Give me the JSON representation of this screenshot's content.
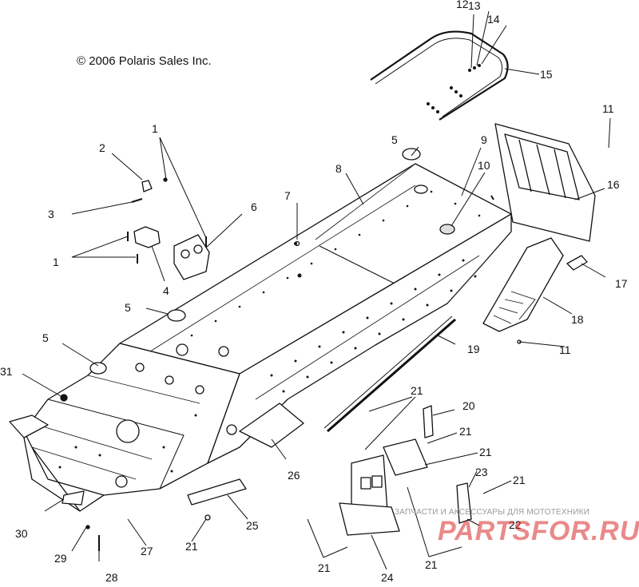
{
  "copyright": "© 2006 Polaris Sales Inc.",
  "watermark": {
    "caption": "ЗАПЧАСТИ И АКСЕССУАРЫ ДЛЯ МОТОТЕХНИКИ",
    "logo": "PARTSFOR.RU"
  },
  "callouts": [
    {
      "id": "c12",
      "text": "12"
    },
    {
      "id": "c13",
      "text": "13"
    },
    {
      "id": "c14",
      "text": "14"
    },
    {
      "id": "c15",
      "text": "15"
    },
    {
      "id": "c11a",
      "text": "11"
    },
    {
      "id": "c16",
      "text": "16"
    },
    {
      "id": "c1a",
      "text": "1"
    },
    {
      "id": "c2",
      "text": "2"
    },
    {
      "id": "c3",
      "text": "3"
    },
    {
      "id": "c6",
      "text": "6"
    },
    {
      "id": "c1b",
      "text": "1"
    },
    {
      "id": "c4",
      "text": "4"
    },
    {
      "id": "c7",
      "text": "7"
    },
    {
      "id": "c8",
      "text": "8"
    },
    {
      "id": "c5a",
      "text": "5"
    },
    {
      "id": "c9",
      "text": "9"
    },
    {
      "id": "c10",
      "text": "10"
    },
    {
      "id": "c17",
      "text": "17"
    },
    {
      "id": "c18",
      "text": "18"
    },
    {
      "id": "c5b",
      "text": "5"
    },
    {
      "id": "c5c",
      "text": "5"
    },
    {
      "id": "c11b",
      "text": "11"
    },
    {
      "id": "c19",
      "text": "19"
    },
    {
      "id": "c31",
      "text": "31"
    },
    {
      "id": "c21a",
      "text": "21"
    },
    {
      "id": "c20",
      "text": "20"
    },
    {
      "id": "c21b",
      "text": "21"
    },
    {
      "id": "c21c",
      "text": "21"
    },
    {
      "id": "c23",
      "text": "23"
    },
    {
      "id": "c21d",
      "text": "21"
    },
    {
      "id": "c26",
      "text": "26"
    },
    {
      "id": "c22",
      "text": "22"
    },
    {
      "id": "c25",
      "text": "25"
    },
    {
      "id": "c30",
      "text": "30"
    },
    {
      "id": "c29",
      "text": "29"
    },
    {
      "id": "c27",
      "text": "27"
    },
    {
      "id": "c21e",
      "text": "21"
    },
    {
      "id": "c21f",
      "text": "21"
    },
    {
      "id": "c24",
      "text": "24"
    },
    {
      "id": "c21g",
      "text": "21"
    },
    {
      "id": "c28",
      "text": "28"
    }
  ]
}
